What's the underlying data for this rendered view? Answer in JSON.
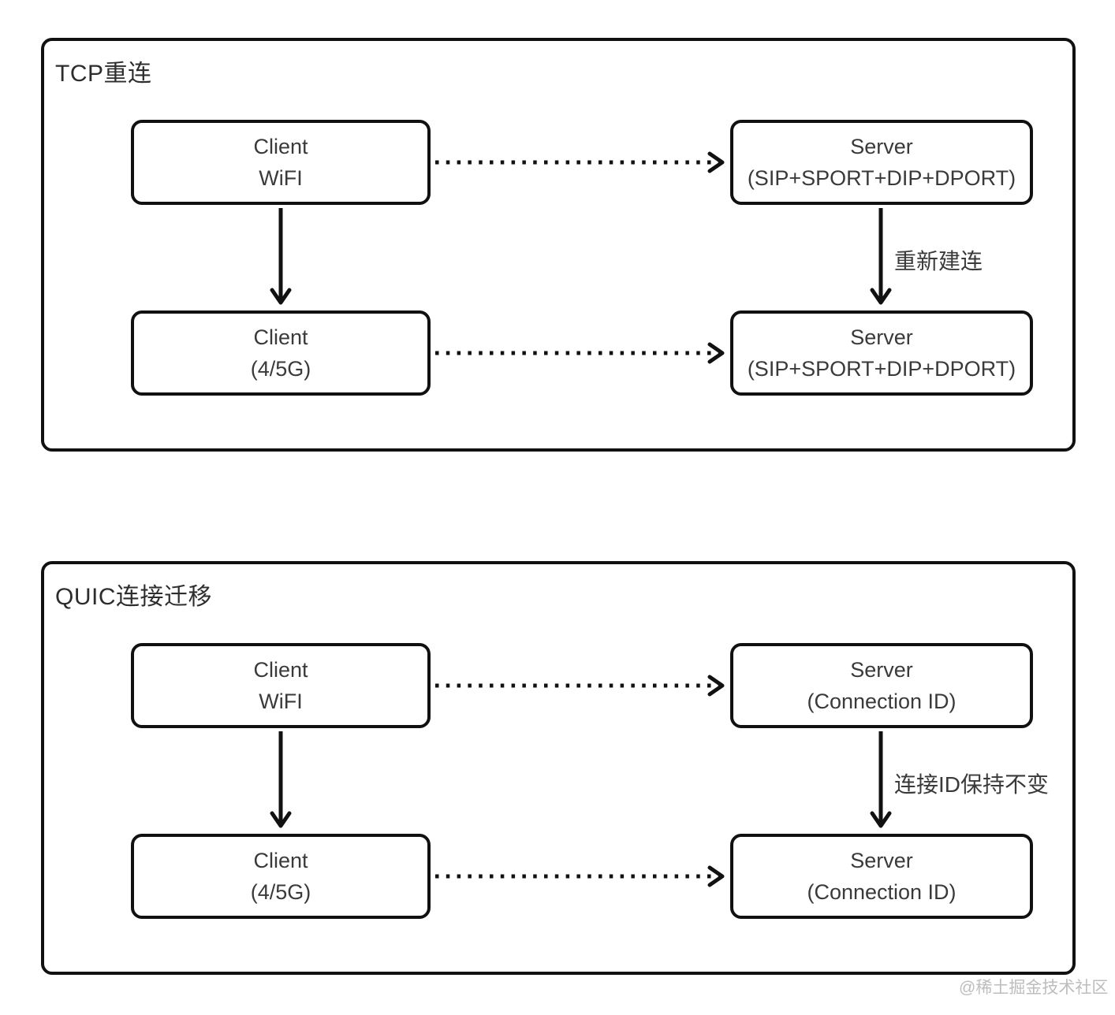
{
  "colors": {
    "ink": "#111111",
    "box_text": "#3a3a3a",
    "title_text": "#2d2d2d",
    "watermark": "#bdbdbd",
    "background": "#ffffff"
  },
  "watermark": "@稀土掘金技术社区",
  "panels": [
    {
      "title": "TCP重连",
      "nodes": {
        "top_left": {
          "line1": "Client",
          "line2": "WiFI"
        },
        "top_right": {
          "line1": "Server",
          "line2": "(SIP+SPORT+DIP+DPORT)"
        },
        "bottom_left": {
          "line1": "Client",
          "line2": "(4/5G)"
        },
        "bottom_right": {
          "line1": "Server",
          "line2": "(SIP+SPORT+DIP+DPORT)"
        }
      },
      "arrow_label": "重新建连"
    },
    {
      "title": "QUIC连接迁移",
      "nodes": {
        "top_left": {
          "line1": "Client",
          "line2": "WiFI"
        },
        "top_right": {
          "line1": "Server",
          "line2": "(Connection ID)"
        },
        "bottom_left": {
          "line1": "Client",
          "line2": "(4/5G)"
        },
        "bottom_right": {
          "line1": "Server",
          "line2": "(Connection ID)"
        }
      },
      "arrow_label": "连接ID保持不变"
    }
  ]
}
